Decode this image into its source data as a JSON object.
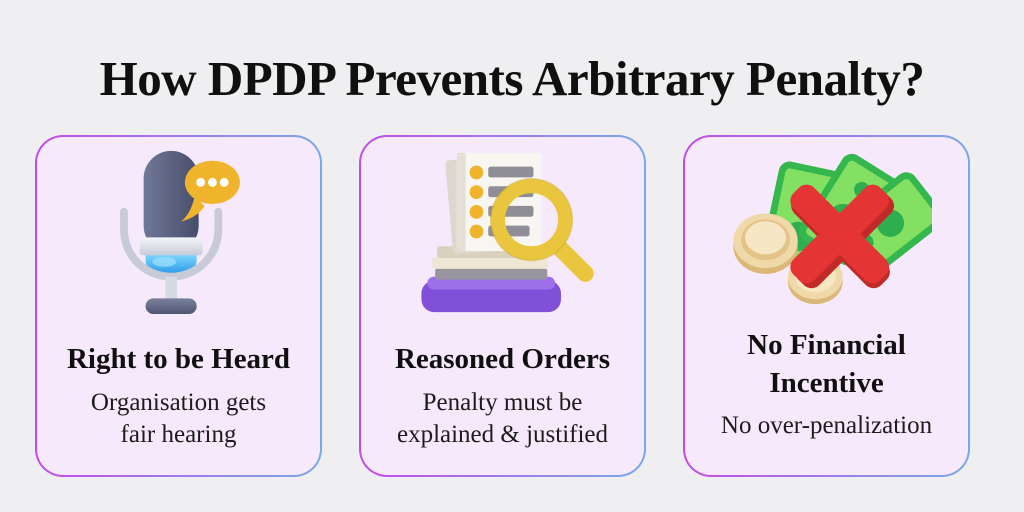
{
  "title": "How DPDP Prevents Arbitrary Penalty?",
  "cards": [
    {
      "icon": "microphone-with-speech-bubble",
      "title_lines": [
        "Right to be Heard"
      ],
      "description_lines": [
        "Organisation gets",
        "fair hearing"
      ]
    },
    {
      "icon": "documents-with-magnifier",
      "title_lines": [
        "Reasoned Orders"
      ],
      "description_lines": [
        "Penalty must be",
        "explained & justified"
      ]
    },
    {
      "icon": "banknotes-crossed-out",
      "title_lines": [
        "No Financial",
        "Incentive"
      ],
      "description_lines": [
        "No over-penalization"
      ]
    }
  ],
  "colors": {
    "page_background": "#efeef0",
    "card_background": "#f6e9fb",
    "border_gradient_start": "#c44be6",
    "border_gradient_end": "#79a9e9",
    "heading_text": "#101010",
    "body_text": "#1c1c1c",
    "cross_red": "#e53434",
    "note_green": "#84e062",
    "note_green_dark": "#34b74c",
    "bubble_yellow": "#f0b42c",
    "magnifier_yellow": "#e9c63d",
    "base_purple": "#8150d8",
    "coin_gold": "#f0d9a8"
  }
}
